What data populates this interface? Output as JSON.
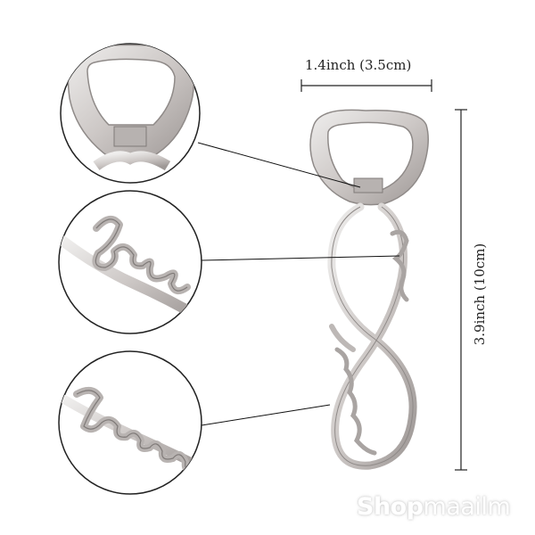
{
  "dimensions": {
    "width_label": "1.4inch (3.5cm)",
    "height_label": "3.9inch (10cm)"
  },
  "watermark": {
    "bold_part": "Shop",
    "light_part": "maailm"
  },
  "colors": {
    "metal": "#cfcac8",
    "metal_dark": "#8f8a88",
    "metal_light": "#ecebea",
    "line": "#111111",
    "background": "#ffffff"
  }
}
